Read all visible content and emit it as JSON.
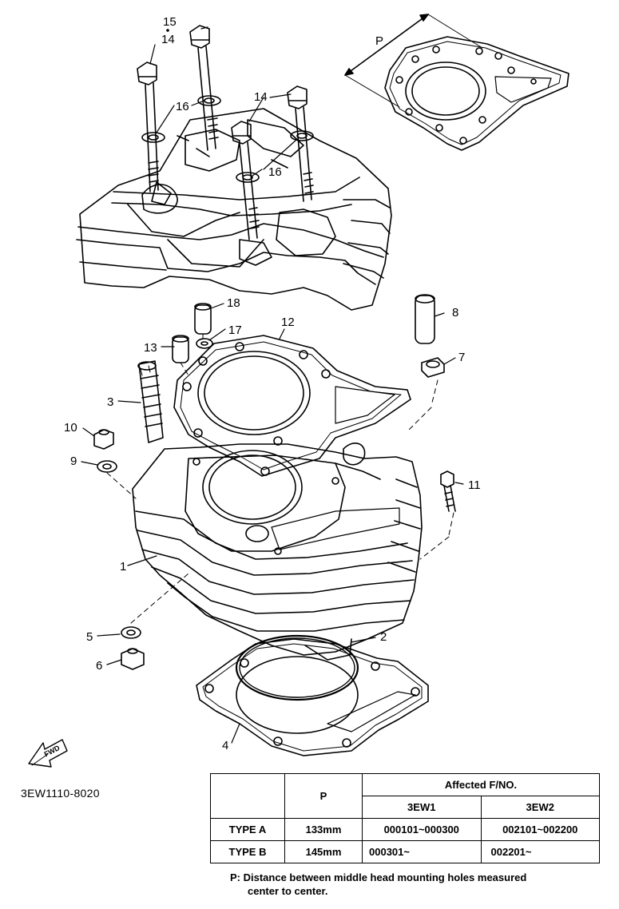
{
  "callouts": {
    "c15": "15",
    "c14a": "14",
    "c14b": "14",
    "c16a": "16",
    "c16b": "16",
    "cP": "P",
    "c18": "18",
    "c8": "8",
    "c17": "17",
    "c12": "12",
    "c13": "13",
    "c7": "7",
    "c3": "3",
    "c10": "10",
    "c9": "9",
    "c11": "11",
    "c1": "1",
    "c2": "2",
    "c5": "5",
    "c6": "6",
    "c4": "4"
  },
  "front_arrow": "FWD",
  "diagram_code": "3EW1110-8020",
  "table": {
    "col_p": "P",
    "col_affected": "Affected F/NO.",
    "sub_3ew1": "3EW1",
    "sub_3ew2": "3EW2",
    "rows": [
      {
        "type": "TYPE A",
        "p": "133mm",
        "ew1": "000101~000300",
        "ew2": "002101~002200"
      },
      {
        "type": "TYPE B",
        "p": "145mm",
        "ew1": "000301~",
        "ew2": "002201~"
      }
    ]
  },
  "note": {
    "line1": "P: Distance between middle head mounting holes measured",
    "line2": "center to center."
  }
}
